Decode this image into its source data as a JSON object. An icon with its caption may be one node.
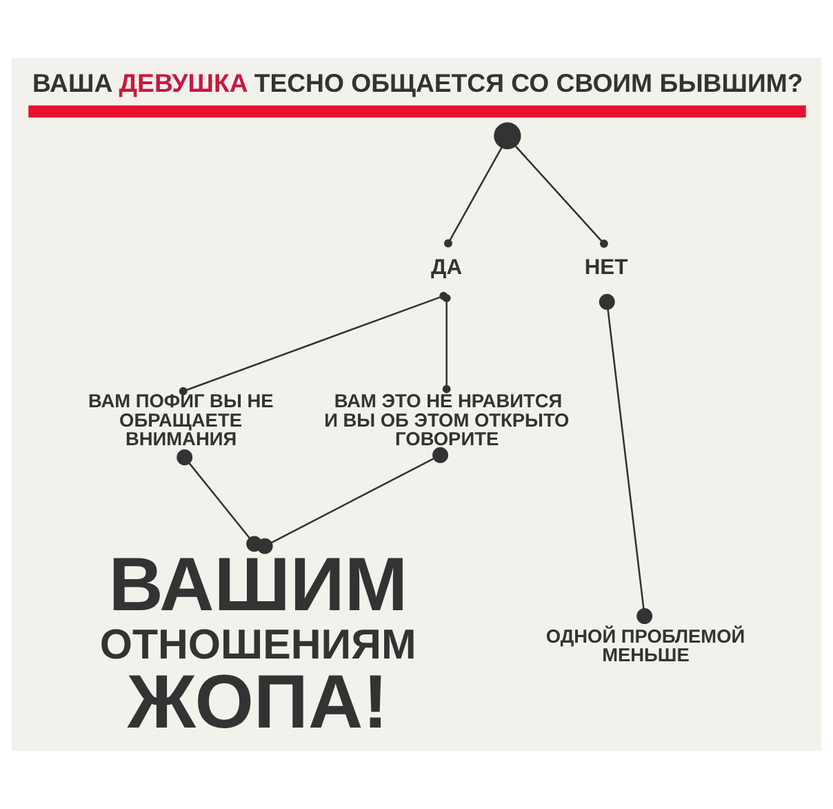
{
  "diagram": {
    "title": "ВАША ДЕВУШКА ТЕСНО ОБЩАЕТСЯ СО СВОИМ БЫВШИМ?",
    "nodes": [
      {
        "text": [],
        "shape": "circle"
      },
      {
        "text": [
          "ДА"
        ]
      },
      {
        "text": [
          "НЕТ"
        ]
      },
      {
        "text": [
          "ВАМ ПОФИГ ВЫ НЕ ОБРАЩАЕТЕ ВНИМАНИЯ"
        ]
      },
      {
        "text": [
          "ВАМ ЭТО НЕ НРАВИТСЯ И ВЫ ОБ ЭТОМ ОТКРЫТО ГОВОРИТЕ"
        ]
      },
      {
        "text": [
          "ВАШИМ ОТНОШЕНИЯМ ЖОПА!"
        ]
      },
      {
        "text": [
          "ОДНОЙ ПРОБЛЕМОЙ МЕНЬШЕ"
        ]
      }
    ],
    "edges": [
      {
        "from": 0,
        "to": 1,
        "arrow": "other"
      },
      {
        "from": 0,
        "to": 2,
        "arrow": "other"
      },
      {
        "from": 1,
        "to": 3,
        "arrow": "other"
      },
      {
        "from": 1,
        "to": 4,
        "arrow": "other"
      },
      {
        "from": 3,
        "to": 5,
        "arrow": "other"
      },
      {
        "from": 4,
        "to": 5,
        "arrow": "other"
      },
      {
        "from": 2,
        "to": 6,
        "arrow": "other"
      }
    ]
  }
}
